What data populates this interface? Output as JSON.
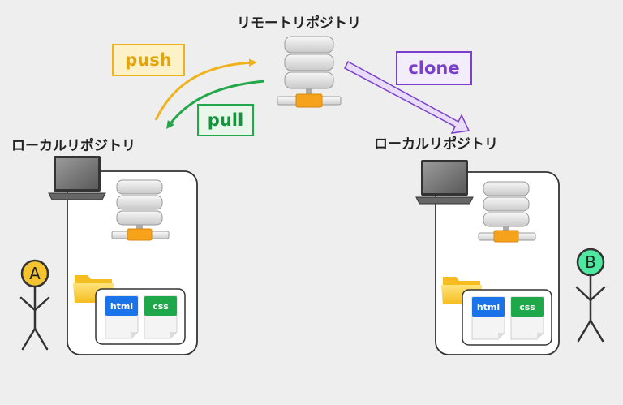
{
  "remote_repository": {
    "title": "リモートリポジトリ"
  },
  "actions": {
    "push": "push",
    "pull": "pull",
    "clone": "clone"
  },
  "local_a": {
    "title": "ローカルリポジトリ",
    "user": "A",
    "files": [
      "html",
      "css"
    ]
  },
  "local_b": {
    "title": "ローカルリポジトリ",
    "user": "B",
    "files": [
      "html",
      "css"
    ]
  },
  "colors": {
    "push": "#f0b21b",
    "pull": "#23a74a",
    "clone": "#7a40c9",
    "user_a": "#f4c430",
    "user_b": "#4ee8a0",
    "html_badge": "#1a73e8",
    "css_badge": "#1fa84a"
  }
}
